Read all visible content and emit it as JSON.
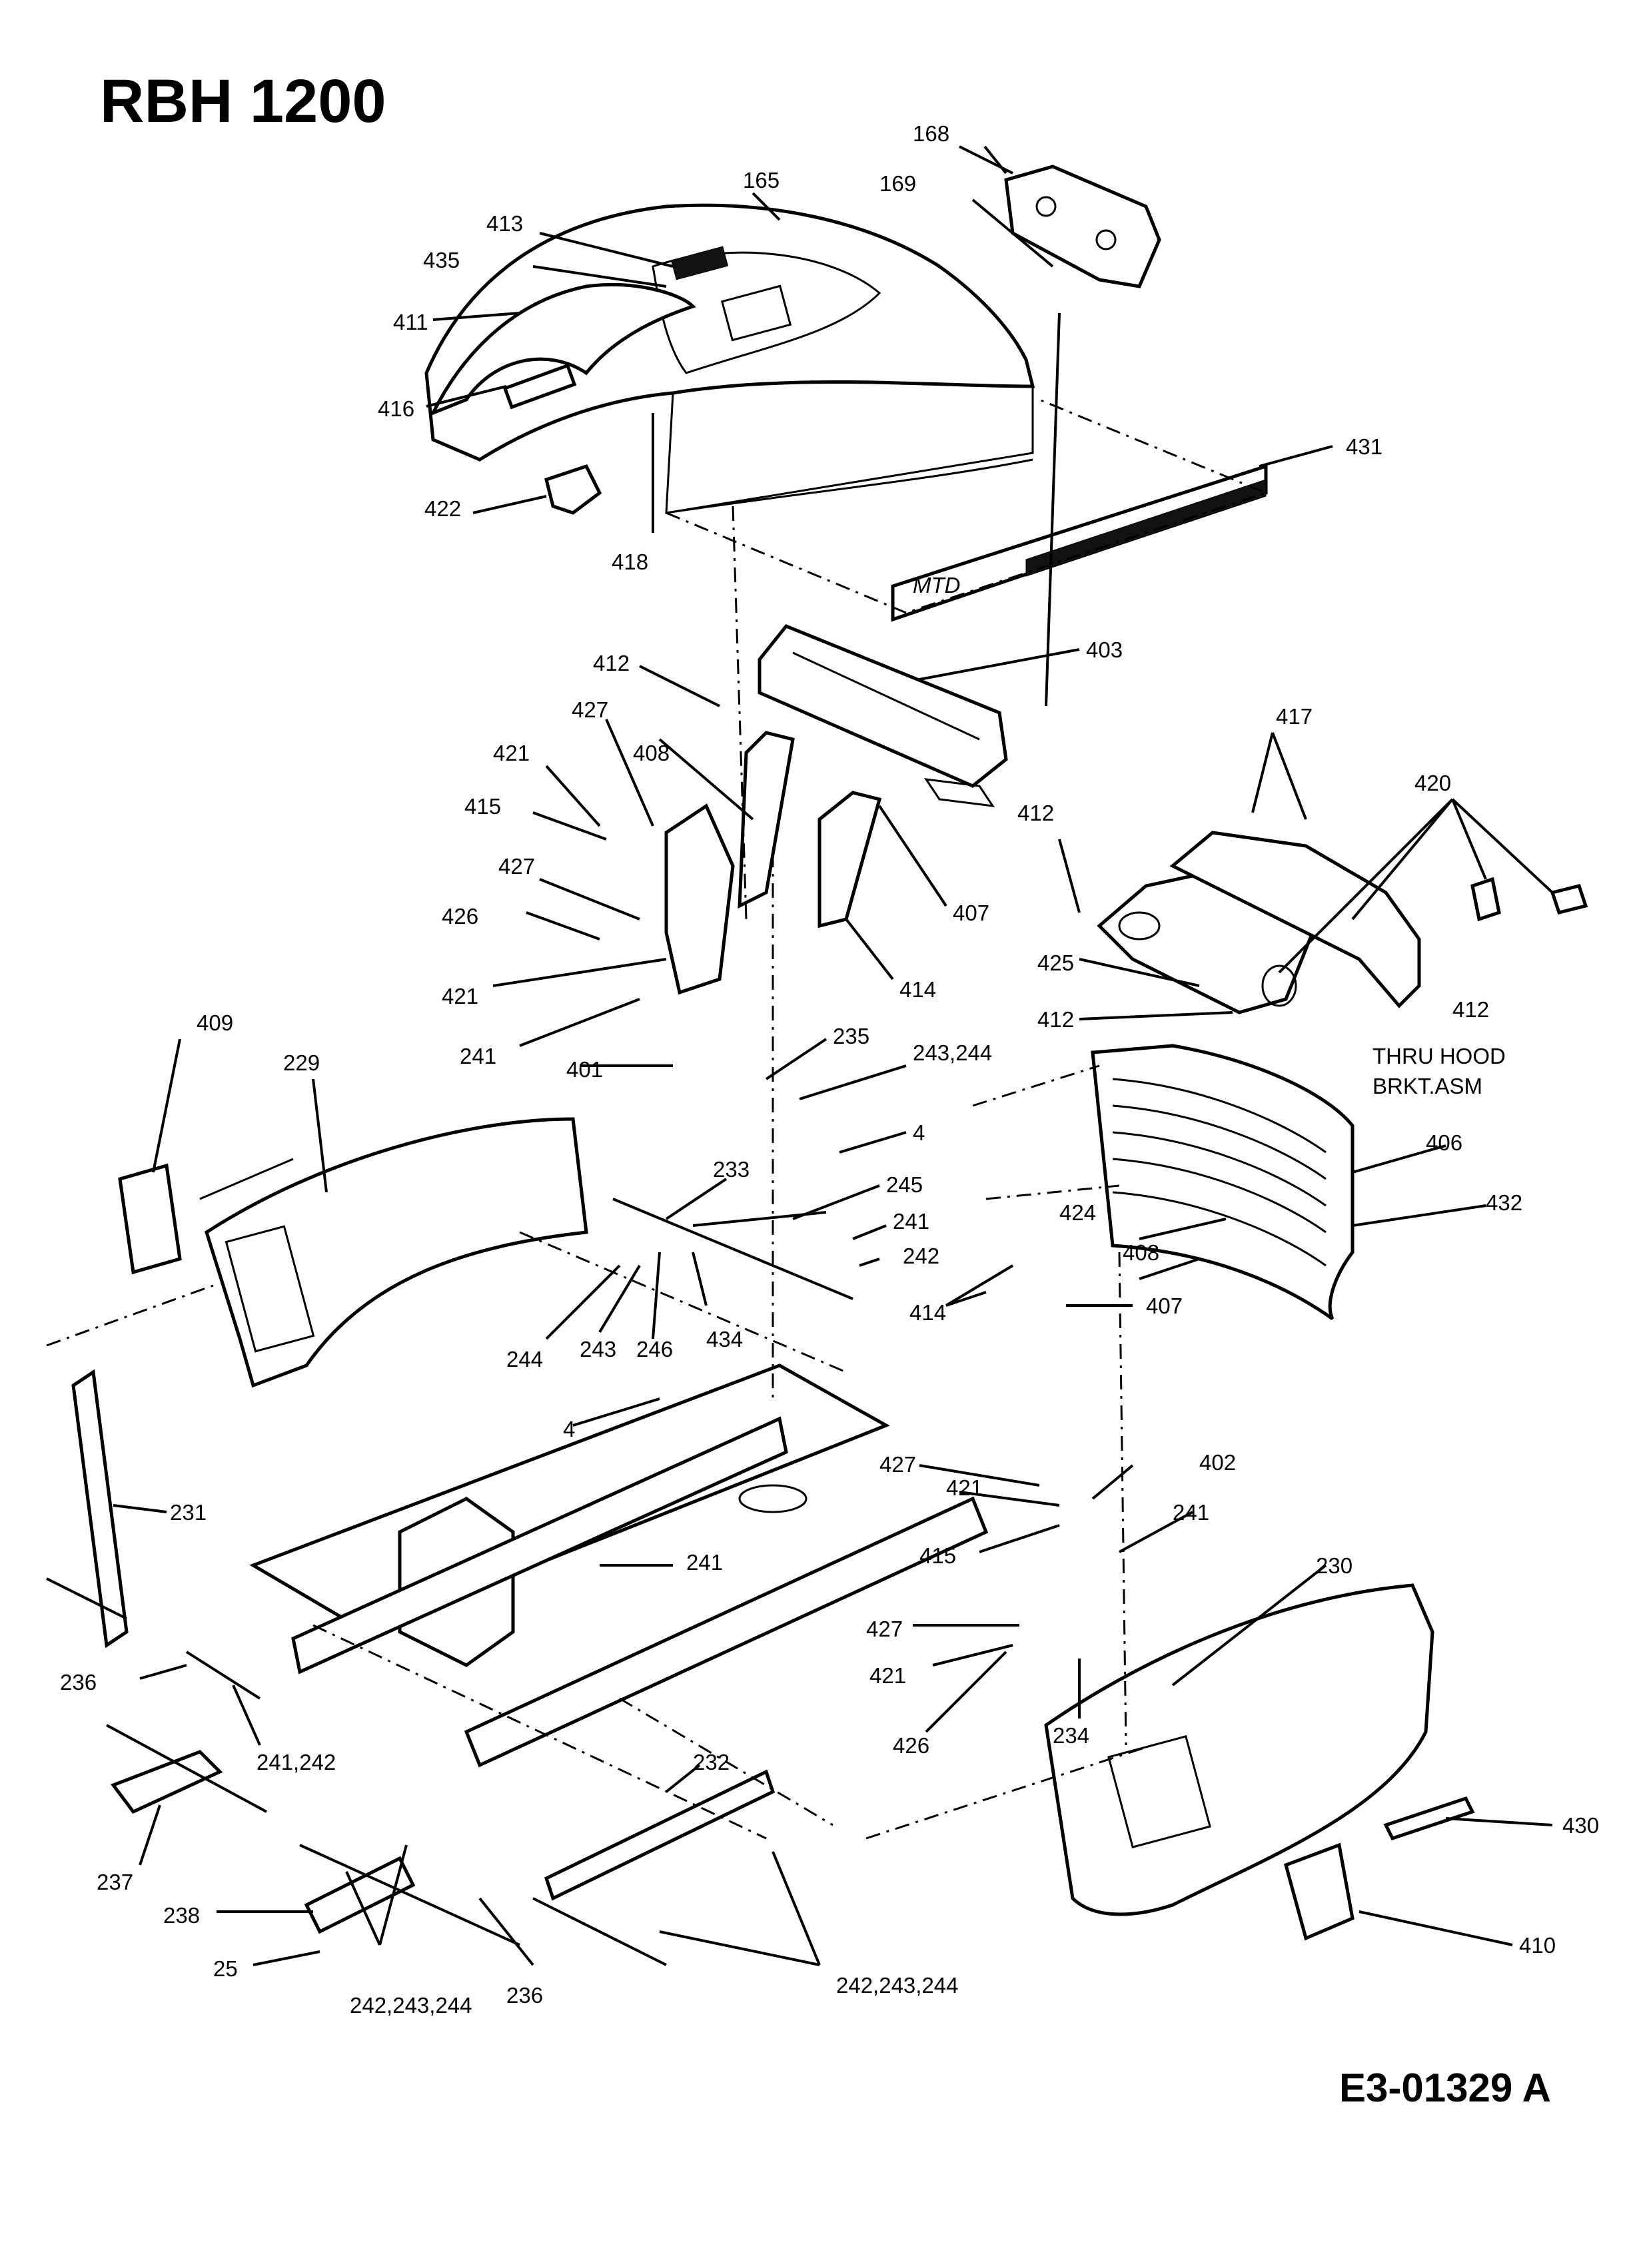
{
  "title": "RBH 1200",
  "drawing_code": "E3-01329 A",
  "decal_text": "MTD",
  "callouts": [
    {
      "id": "c168",
      "text": "168"
    },
    {
      "id": "c169",
      "text": "169"
    },
    {
      "id": "c165",
      "text": "165"
    },
    {
      "id": "c413",
      "text": "413"
    },
    {
      "id": "c435",
      "text": "435"
    },
    {
      "id": "c411",
      "text": "411"
    },
    {
      "id": "c416",
      "text": "416"
    },
    {
      "id": "c422",
      "text": "422"
    },
    {
      "id": "c418",
      "text": "418"
    },
    {
      "id": "c431",
      "text": "431"
    },
    {
      "id": "c403",
      "text": "403"
    },
    {
      "id": "c412a",
      "text": "412"
    },
    {
      "id": "c427a",
      "text": "427"
    },
    {
      "id": "c408a",
      "text": "408"
    },
    {
      "id": "c421a",
      "text": "421"
    },
    {
      "id": "c415a",
      "text": "415"
    },
    {
      "id": "c427b",
      "text": "427"
    },
    {
      "id": "c426a",
      "text": "426"
    },
    {
      "id": "c421b",
      "text": "421"
    },
    {
      "id": "c241a",
      "text": "241"
    },
    {
      "id": "c407a",
      "text": "407"
    },
    {
      "id": "c414a",
      "text": "414"
    },
    {
      "id": "c401",
      "text": "401"
    },
    {
      "id": "c235",
      "text": "235"
    },
    {
      "id": "c243_244a",
      "text": "243,244"
    },
    {
      "id": "c4a",
      "text": "4"
    },
    {
      "id": "c417",
      "text": "417"
    },
    {
      "id": "c420",
      "text": "420"
    },
    {
      "id": "c412b",
      "text": "412"
    },
    {
      "id": "c425",
      "text": "425"
    },
    {
      "id": "c412c",
      "text": "412"
    },
    {
      "id": "c412d",
      "text": "412"
    },
    {
      "id": "c409",
      "text": "409"
    },
    {
      "id": "c229",
      "text": "229"
    },
    {
      "id": "c233",
      "text": "233"
    },
    {
      "id": "c245",
      "text": "245"
    },
    {
      "id": "c241b",
      "text": "241"
    },
    {
      "id": "c242a",
      "text": "242"
    },
    {
      "id": "c244a",
      "text": "244"
    },
    {
      "id": "c243a",
      "text": "243"
    },
    {
      "id": "c246",
      "text": "246"
    },
    {
      "id": "c434",
      "text": "434"
    },
    {
      "id": "c406",
      "text": "406"
    },
    {
      "id": "c432",
      "text": "432"
    },
    {
      "id": "c424",
      "text": "424"
    },
    {
      "id": "c408b",
      "text": "408"
    },
    {
      "id": "c414b",
      "text": "414"
    },
    {
      "id": "c407b",
      "text": "407"
    },
    {
      "id": "c4b",
      "text": "4"
    },
    {
      "id": "c231",
      "text": "231"
    },
    {
      "id": "c241c",
      "text": "241"
    },
    {
      "id": "c427c",
      "text": "427"
    },
    {
      "id": "c421c",
      "text": "421"
    },
    {
      "id": "c402",
      "text": "402"
    },
    {
      "id": "c415b",
      "text": "415"
    },
    {
      "id": "c241d",
      "text": "241"
    },
    {
      "id": "c230",
      "text": "230"
    },
    {
      "id": "c427d",
      "text": "427"
    },
    {
      "id": "c421d",
      "text": "421"
    },
    {
      "id": "c426b",
      "text": "426"
    },
    {
      "id": "c234",
      "text": "234"
    },
    {
      "id": "c236a",
      "text": "236"
    },
    {
      "id": "c241_242",
      "text": "241,242"
    },
    {
      "id": "c232",
      "text": "232"
    },
    {
      "id": "c237",
      "text": "237"
    },
    {
      "id": "c238",
      "text": "238"
    },
    {
      "id": "c25",
      "text": "25"
    },
    {
      "id": "c242_243_244a",
      "text": "242,243,244"
    },
    {
      "id": "c236b",
      "text": "236"
    },
    {
      "id": "c242_243_244b",
      "text": "242,243,244"
    },
    {
      "id": "c430",
      "text": "430"
    },
    {
      "id": "c410",
      "text": "410"
    }
  ],
  "note": [
    "THRU HOOD",
    "BRKT.ASM"
  ]
}
